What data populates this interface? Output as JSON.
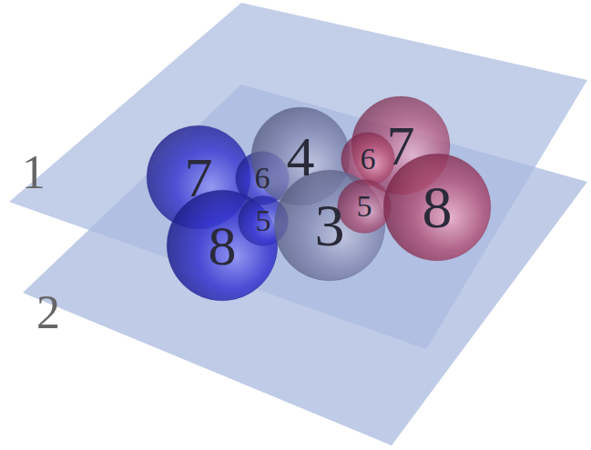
{
  "diagram": {
    "nodes": [
      {
        "text": [
          "7"
        ]
      },
      {
        "text": [
          "6"
        ]
      },
      {
        "text": [
          "4"
        ]
      },
      {
        "text": [
          "6"
        ]
      },
      {
        "text": [
          "7"
        ]
      },
      {
        "text": [
          "8"
        ]
      },
      {
        "text": [
          "5"
        ]
      },
      {
        "text": [
          "3"
        ]
      },
      {
        "text": [
          "5"
        ]
      },
      {
        "text": [
          "8"
        ]
      }
    ],
    "labels": [
      "1",
      "2"
    ]
  }
}
